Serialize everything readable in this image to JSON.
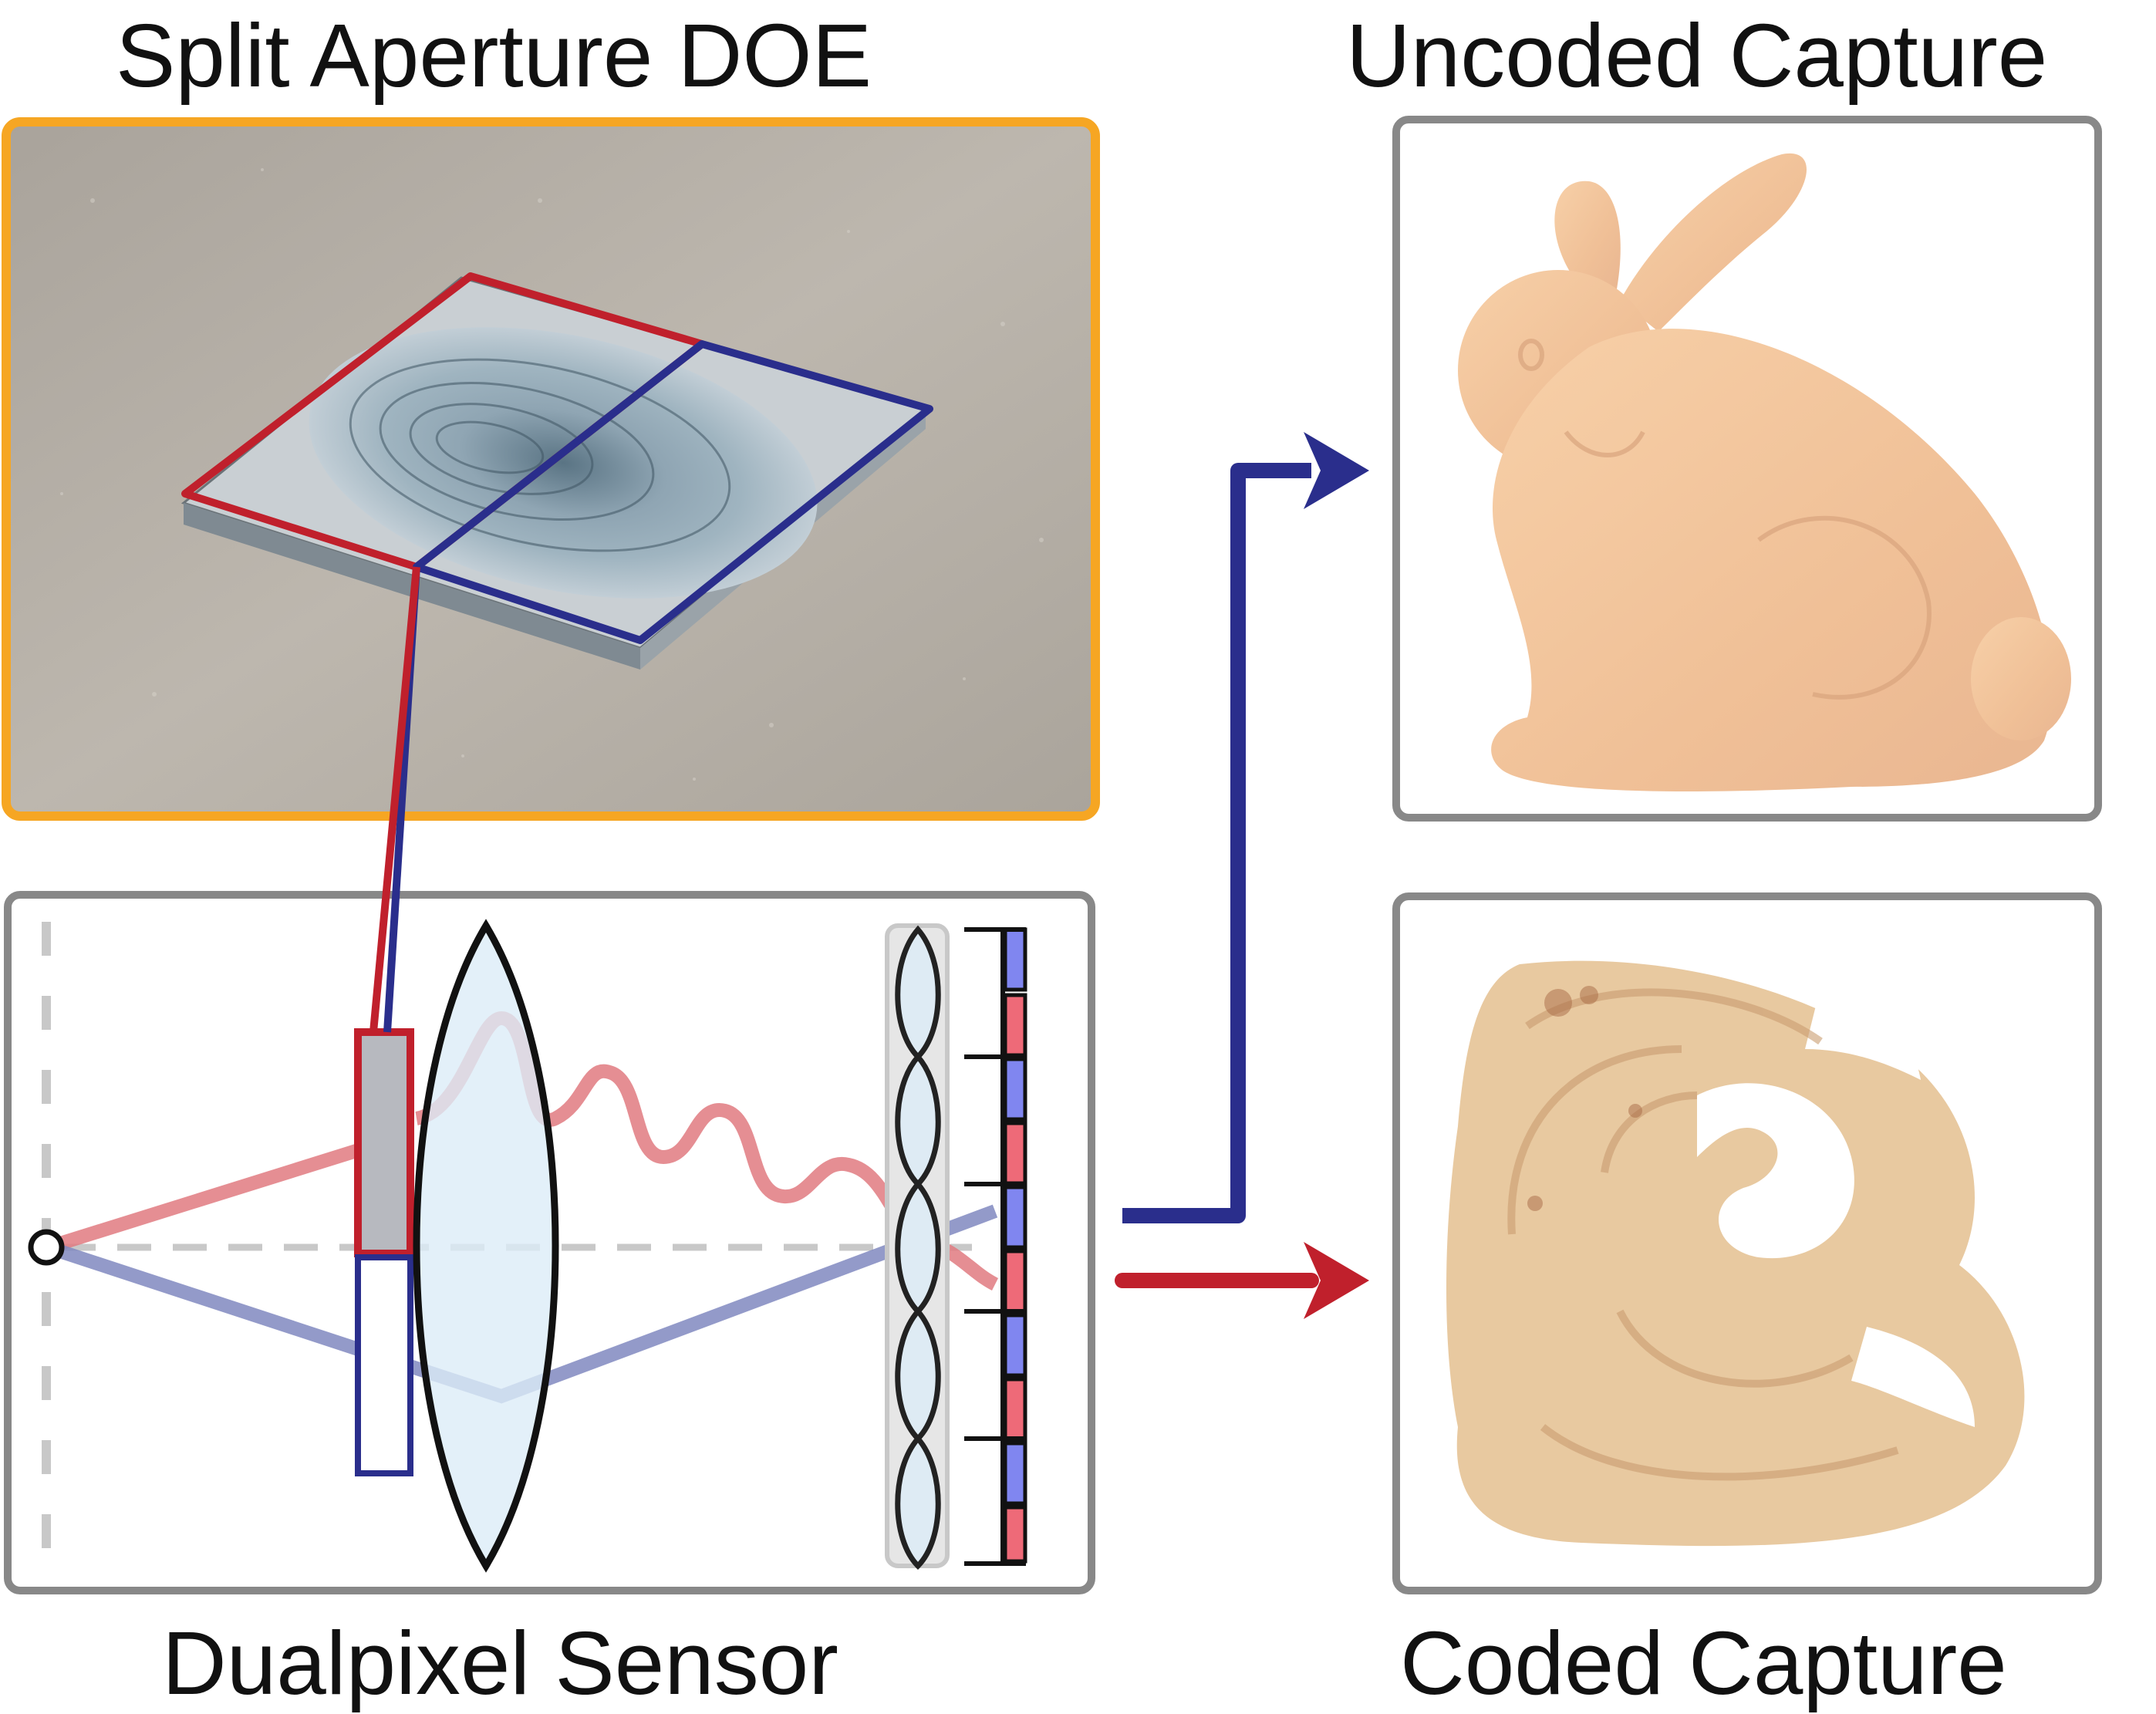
{
  "labels": {
    "doe_title": "Split Aperture DOE",
    "uncoded_title": "Uncoded Capture",
    "sensor_title": "Dualpixel Sensor",
    "coded_title": "Coded Capture"
  },
  "colors": {
    "doe_panel_border": "#f6a623",
    "panel_border": "#888888",
    "red_path": "#c0202c",
    "blue_path": "#2a2e8c",
    "red_ray": "#e07a80",
    "blue_ray": "#8088c0",
    "lens_fill": "#dcecf8",
    "bunny": "#f3c79c"
  },
  "icons": {
    "doe_photo": "diffractive-optical-element-photo",
    "bunny_clear": "stanford-bunny-image",
    "bunny_coded": "coded-swirl-bunny-image"
  }
}
